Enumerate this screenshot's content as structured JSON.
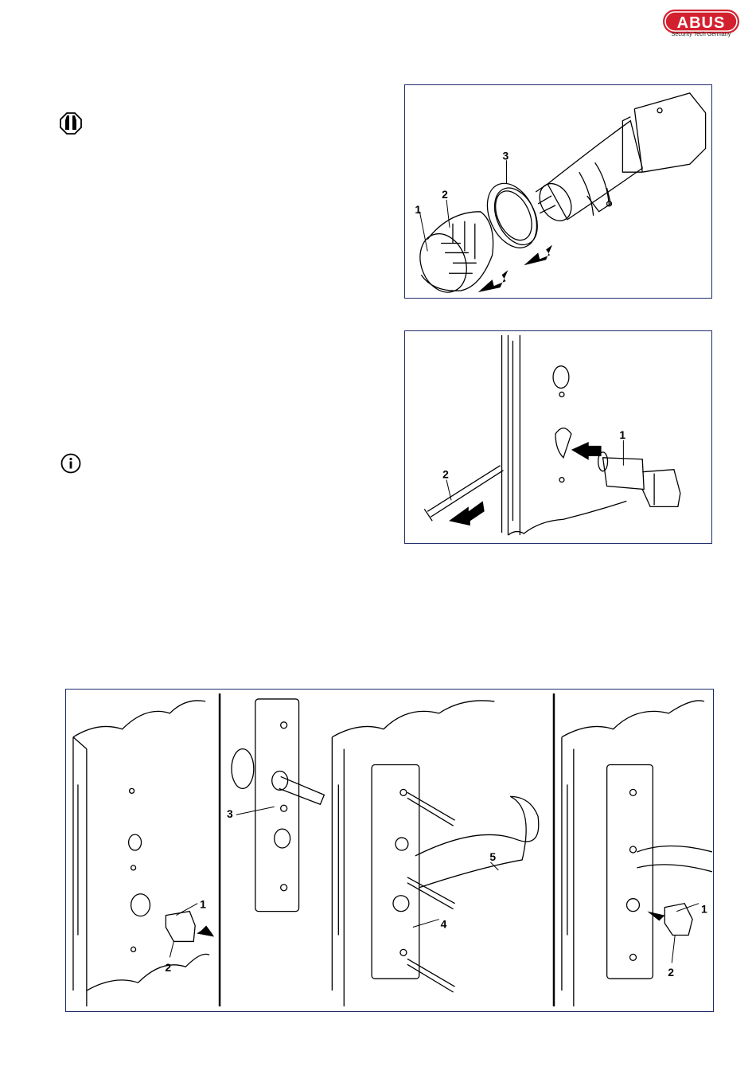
{
  "brand": {
    "name": "ABUS",
    "tagline": "Security Tech Germany",
    "color": "#d3202f"
  },
  "icons": {
    "warning": "warning-octagon-icon",
    "info": "info-circle-icon"
  },
  "figure1": {
    "labels": [
      "1",
      "2",
      "3"
    ]
  },
  "figure2": {
    "labels": [
      "1",
      "2"
    ]
  },
  "figure3": {
    "labels": [
      "1",
      "2",
      "3",
      "4",
      "5",
      "1",
      "2"
    ]
  },
  "colors": {
    "frame": "#1e2a6b",
    "line": "#000000"
  }
}
